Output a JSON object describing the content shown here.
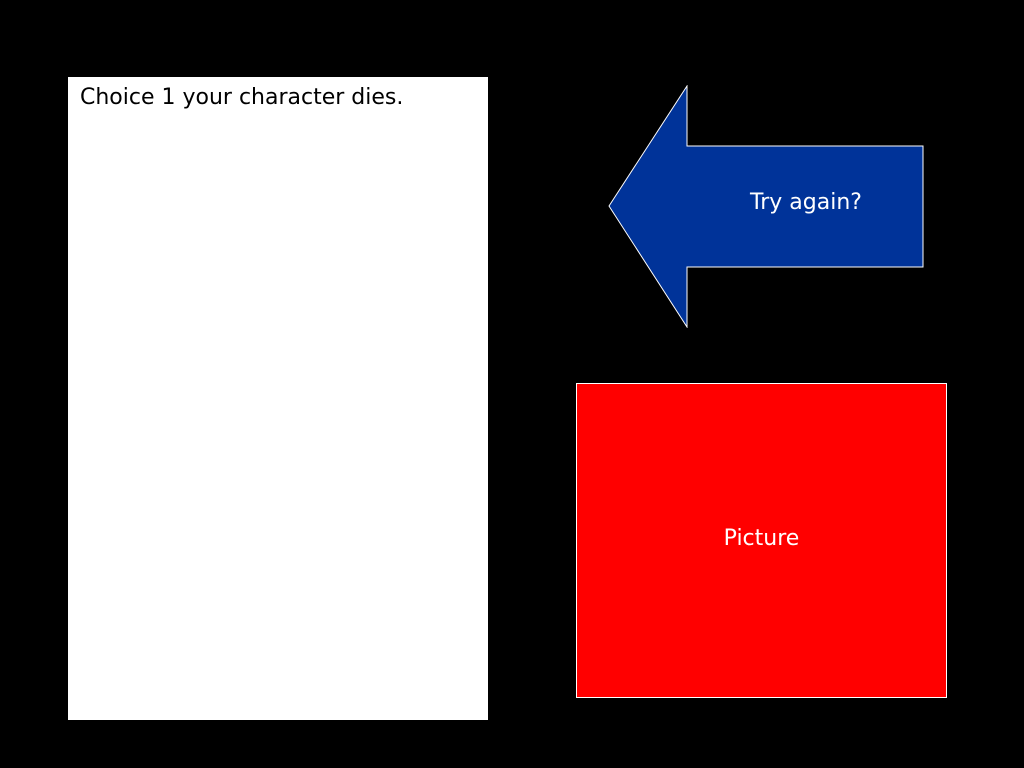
{
  "panel": {
    "text": "Choice 1 your character dies."
  },
  "navigation": {
    "try_again_label": "Try again?",
    "arrow_color": "#003399",
    "arrow_border_color": "#ffffff"
  },
  "picture": {
    "label": "Picture",
    "fill_color": "#ff0000"
  },
  "theme": {
    "background": "#000000",
    "panel_background": "#ffffff"
  }
}
